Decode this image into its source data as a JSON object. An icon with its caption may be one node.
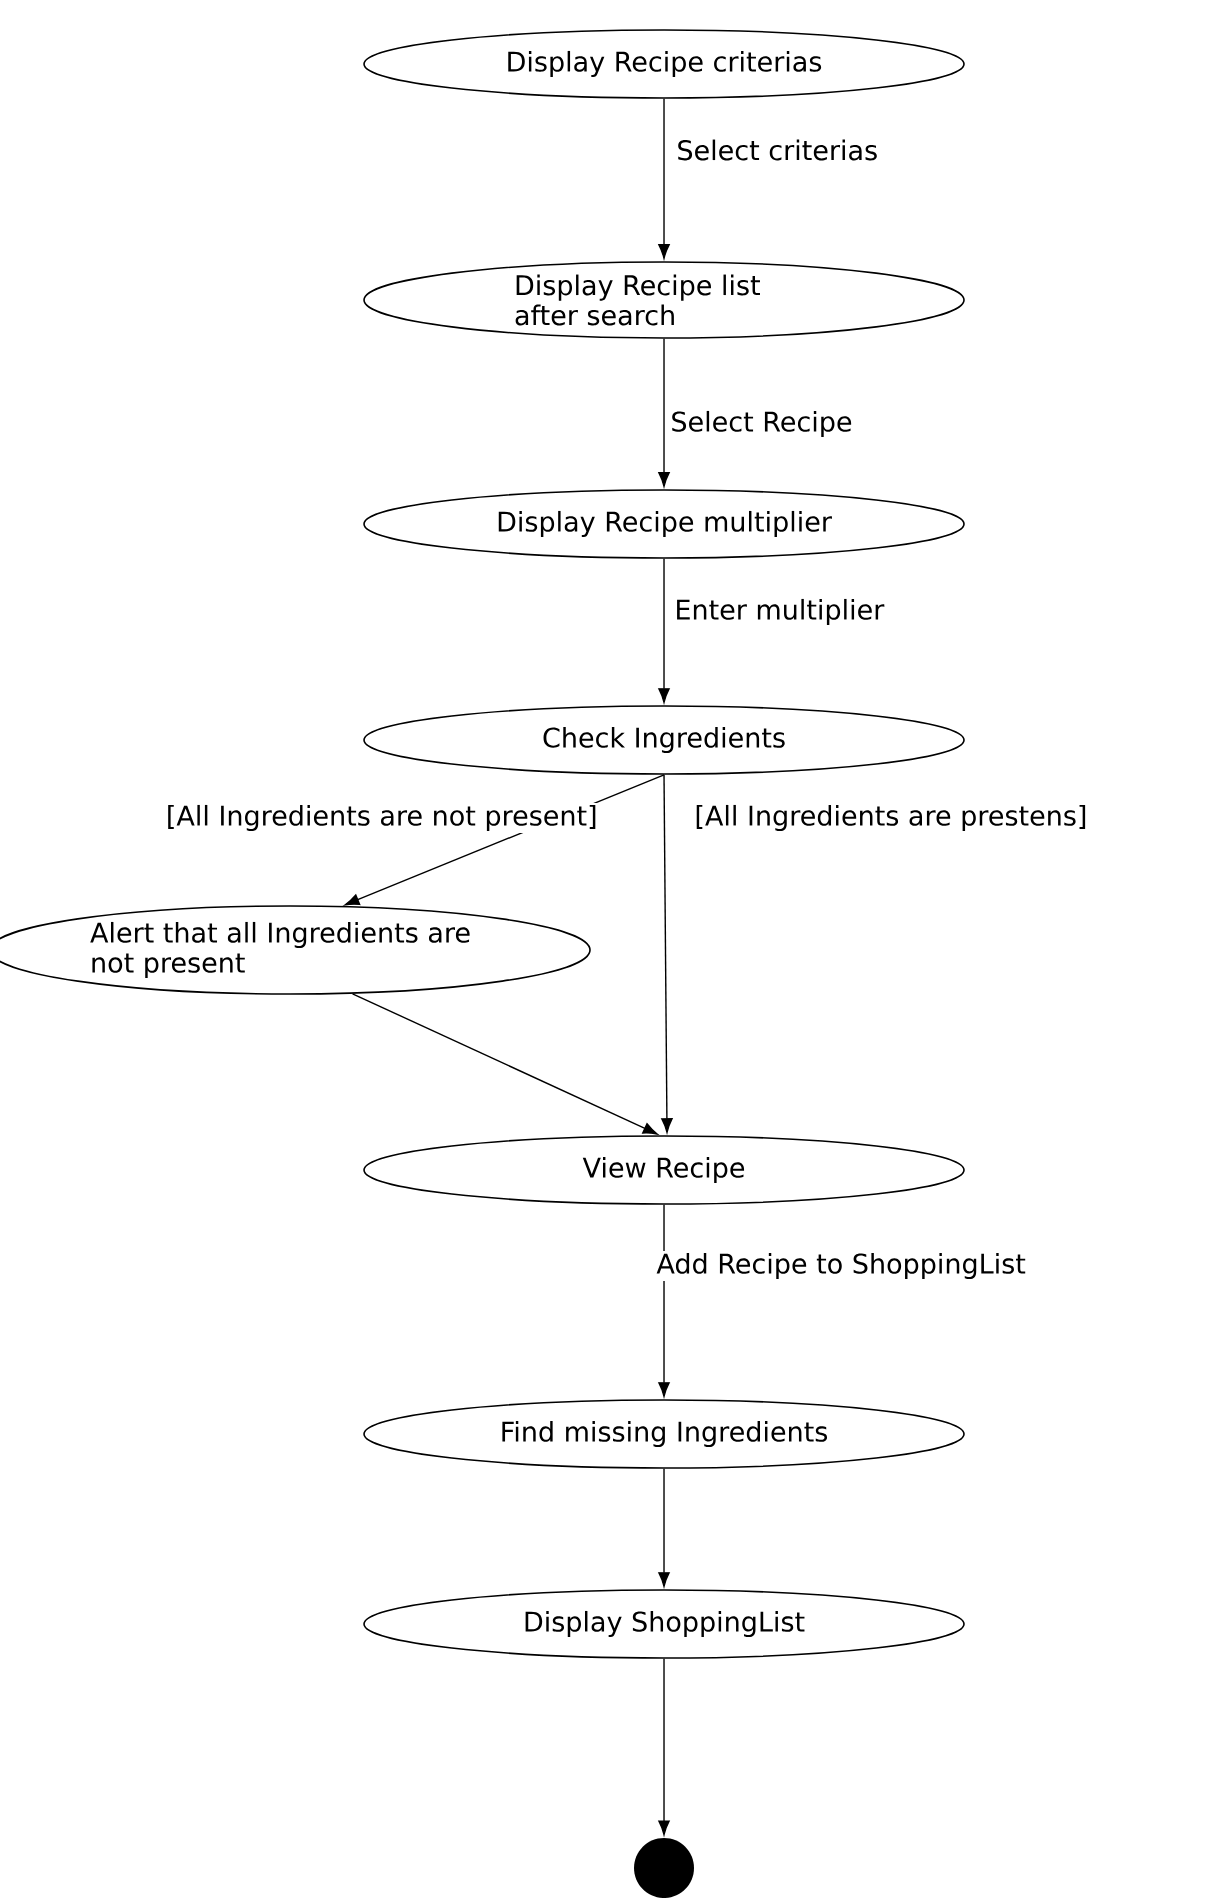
{
  "diagram": {
    "nodes": [
      {
        "text": [
          "Display Recipe criterias"
        ]
      },
      {
        "text": [
          "Display Recipe list after search"
        ]
      },
      {
        "text": [
          "Display Recipe multiplier"
        ]
      },
      {
        "text": [
          "Check Ingredients"
        ]
      },
      {
        "text": [
          "Alert that all Ingredients are not present"
        ]
      },
      {
        "text": [
          "View Recipe"
        ]
      },
      {
        "text": [
          "Find missing Ingredients"
        ]
      },
      {
        "text": [
          "Display ShoppingList"
        ]
      },
      {
        "text": [],
        "shape": "circle"
      }
    ],
    "edges": [
      {
        "from": 0,
        "to": 1,
        "arrow": "to",
        "label": "Select criterias"
      },
      {
        "from": 1,
        "to": 2,
        "arrow": "to",
        "label": "Select Recipe"
      },
      {
        "from": 2,
        "to": 3,
        "arrow": "to",
        "label": "Enter multiplier"
      },
      {
        "from": 3,
        "to": 4,
        "arrow": "to",
        "label": "[All Ingredients are not present]"
      },
      {
        "from": 3,
        "to": 5,
        "arrow": "to",
        "label": "[All Ingredients are prestens]"
      },
      {
        "from": 4,
        "to": 5,
        "arrow": "to"
      },
      {
        "from": 5,
        "to": 6,
        "arrow": "to",
        "label": "Add Recipe to ShoppingList"
      },
      {
        "from": 6,
        "to": 7,
        "arrow": "to"
      },
      {
        "from": 7,
        "to": 8,
        "arrow": "to"
      }
    ]
  }
}
